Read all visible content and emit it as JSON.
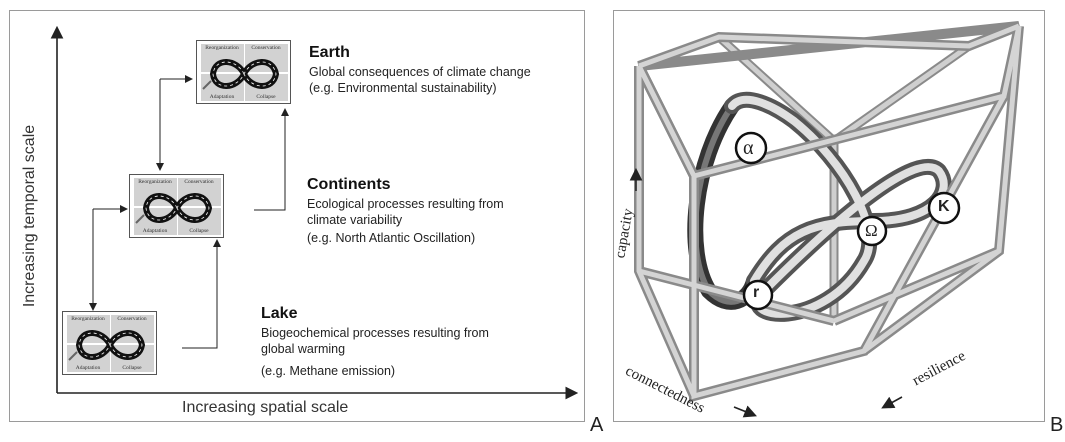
{
  "panel_a": {
    "letter": "A",
    "y_axis_title": "Increasing temporal scale",
    "x_axis_title": "Increasing spatial scale",
    "cycle_labels": {
      "top_left": "Reorganization",
      "top_right": "Conservation",
      "bottom_left": "Adaptation",
      "bottom_right": "Collapse"
    },
    "levels": [
      {
        "name": "Earth",
        "desc1": "Global consequences of climate change",
        "desc2": "(e.g. Environmental sustainability)"
      },
      {
        "name": "Continents",
        "desc1": "Ecological processes resulting from",
        "desc2": "climate variability",
        "desc3": "(e.g. North Atlantic Oscillation)"
      },
      {
        "name": "Lake",
        "desc1": "Biogeochemical processes resulting from",
        "desc2": "global warming",
        "desc3": "(e.g. Methane emission)"
      }
    ]
  },
  "panel_b": {
    "letter": "B",
    "axis_capacity": "capacity",
    "axis_connectedness": "connectedness",
    "axis_resilience": "resilience",
    "phase_alpha": "α",
    "phase_omega": "Ω",
    "phase_k": "K",
    "phase_r": "r"
  }
}
